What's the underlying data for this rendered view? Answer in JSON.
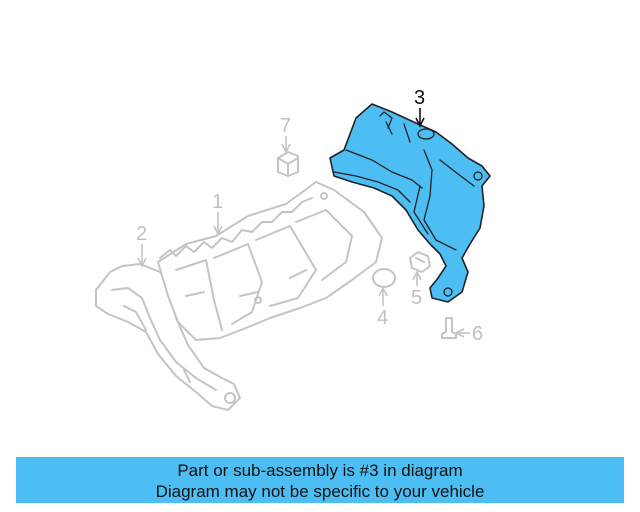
{
  "diagram": {
    "callouts": [
      {
        "id": "1",
        "label": "1",
        "highlighted": false
      },
      {
        "id": "2",
        "label": "2",
        "highlighted": false
      },
      {
        "id": "3",
        "label": "3",
        "highlighted": true
      },
      {
        "id": "4",
        "label": "4",
        "highlighted": false
      },
      {
        "id": "5",
        "label": "5",
        "highlighted": false
      },
      {
        "id": "6",
        "label": "6",
        "highlighted": false
      },
      {
        "id": "7",
        "label": "7",
        "highlighted": false
      }
    ],
    "highlight_color": "#4cbef3",
    "ghost_color": "#c4c4c4"
  },
  "banner": {
    "line1": "Part or sub-assembly is #3 in diagram",
    "line2": "Diagram may not be specific to your vehicle",
    "background": "#4cbef3"
  }
}
